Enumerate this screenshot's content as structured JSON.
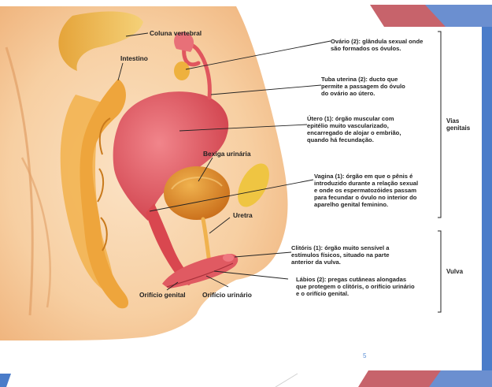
{
  "colors": {
    "slide_accent_blue": "#4a7cc9",
    "slide_accent_red": "#b85660",
    "skin": "#f7d0a6",
    "uterus": "#e0565e",
    "bladder": "#e08a2a",
    "intestine": "#eba53a"
  },
  "slide": {
    "page_number": "5"
  },
  "labels": {
    "spine": "Coluna vertebral",
    "intestine": "Intestino",
    "bladder": "Bexiga urinária",
    "urethra": "Uretra",
    "genital_orifice": "Orifício genital",
    "urinary_orifice": "Orifício urinário"
  },
  "annotations": {
    "ovary": [
      "Ovário (2): glândula sexual onde",
      "são formados os óvulos."
    ],
    "tube": [
      "Tuba uterina (2): ducto que",
      "permite a passagem do óvulo",
      "do ovário ao útero."
    ],
    "uterus": [
      "Útero (1): órgão muscular com",
      "epitélio muito vascularizado,",
      "encarregado de alojar o embrião,",
      "quando há fecundação."
    ],
    "vagina": [
      "Vagina (1): órgão em que o pênis é",
      "introduzido durante a relação sexual",
      "e onde os espermatozóides passam",
      "para fecundar o óvulo no interior do",
      "aparelho genital feminino."
    ],
    "clitoris": [
      "Clitóris (1): órgão muito sensível a",
      "estímulos físicos, situado na parte",
      "anterior da vulva."
    ],
    "labia": [
      "Lábios (2): pregas cutâneas alongadas",
      "que protegem o clitóris, o orifício urinário",
      "e o orifício genital."
    ]
  },
  "groups": {
    "vias_genitais": [
      "Vias",
      "genitais"
    ],
    "vulva": "Vulva"
  }
}
